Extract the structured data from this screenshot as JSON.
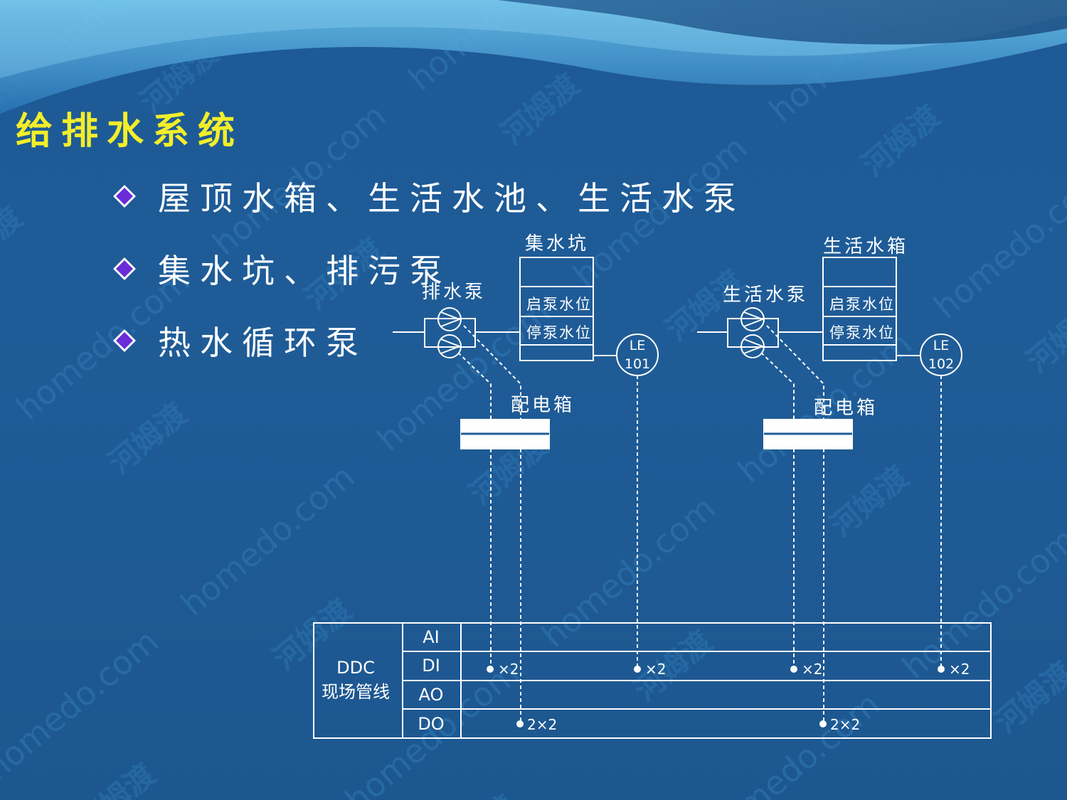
{
  "slide": {
    "title": "给排水系统",
    "bullets": [
      "屋顶水箱、生活水池、生活水泵",
      "集水坑、排污泵",
      "热水循环泵"
    ],
    "watermark": "homedo.com 河姆渡"
  },
  "diagram": {
    "left_group": {
      "pump_label": "排水泵",
      "tank_label": "集水坑",
      "start_level": "启泵水位",
      "stop_level": "停泵水位",
      "sensor_line1": "LE",
      "sensor_line2": "101",
      "panel_label": "配电箱"
    },
    "right_group": {
      "pump_label": "生活水泵",
      "tank_label": "生活水箱",
      "start_level": "启泵水位",
      "stop_level": "停泵水位",
      "sensor_line1": "LE",
      "sensor_line2": "102",
      "panel_label": "配电箱"
    },
    "ddc": {
      "label_line1": "DDC",
      "label_line2": "现场管线",
      "rows": [
        "AI",
        "DI",
        "AO",
        "DO"
      ],
      "di_marks": [
        "×2",
        "×2",
        "×2",
        "×2"
      ],
      "do_marks": [
        "2×2",
        "2×2"
      ]
    },
    "colors": {
      "line": "#ffffff",
      "title": "#f3ee2a",
      "bullet": "#6a2bd8"
    }
  }
}
